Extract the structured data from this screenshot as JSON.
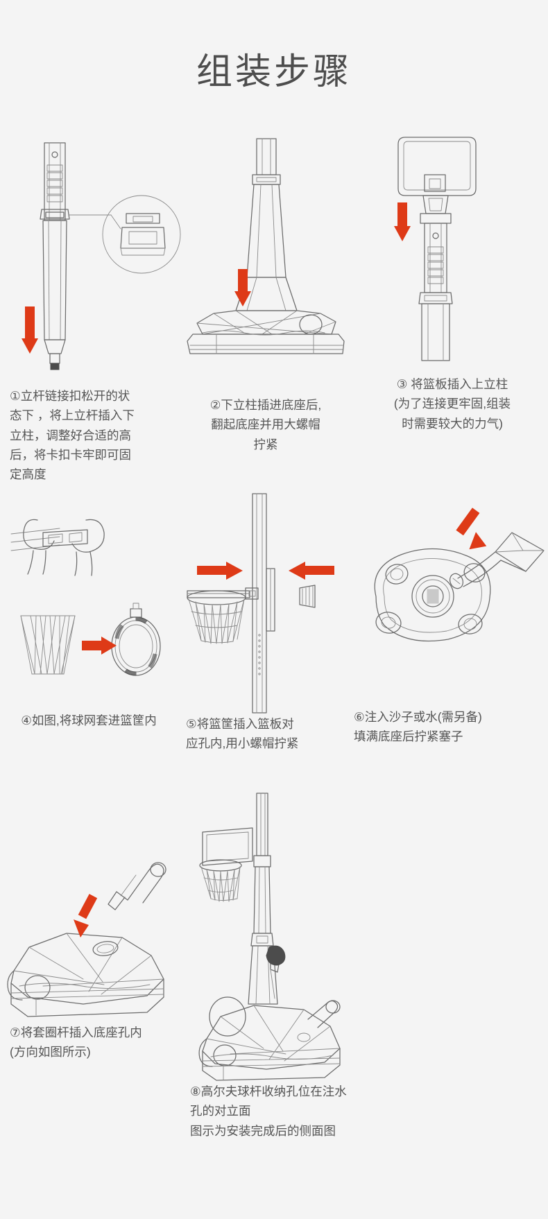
{
  "page": {
    "title": "组装步骤",
    "background_color": "#f4f4f4",
    "text_color": "#555555",
    "arrow_color": "#de3a17",
    "line_color": "#6b6b6b"
  },
  "steps": [
    {
      "number": "①",
      "caption": "①立杆链接扣松开的状\n态下 ，将上立杆插入下\n立柱，调整好合适的高\n后，将卡扣卡牢即可固\n定高度",
      "art_name": "pole-latch-open-diagram",
      "arrow_label": "down-arrow"
    },
    {
      "number": "②",
      "caption": "②下立柱插进底座后,\n翻起底座并用大螺帽\n拧紧",
      "art_name": "lower-pole-into-base-diagram",
      "arrow_label": "down-arrow"
    },
    {
      "number": "③",
      "caption": "③ 将篮板插入上立柱\n(为了连接更牢固,组装\n时需要较大的力气)",
      "art_name": "backboard-into-upper-pole-diagram",
      "arrow_label": "down-arrow"
    },
    {
      "number": "④",
      "caption": "④如图,将球网套进篮筐内",
      "art_name": "net-onto-rim-diagram",
      "arrow_label": "right-arrow"
    },
    {
      "number": "⑤",
      "caption": "⑤将篮筐插入篮板对\n应孔内,用小螺帽拧紧",
      "art_name": "rim-into-backboard-diagram",
      "arrow_label": "right-arrow-and-left-arrow"
    },
    {
      "number": "⑥",
      "caption": "⑥注入沙子或水(需另备)\n填满底座后拧紧塞子",
      "art_name": "fill-base-with-sand-or-water-diagram",
      "arrow_label": "down-right-arrow"
    },
    {
      "number": "⑦",
      "caption": "⑦将套圈杆插入底座孔内\n(方向如图所示)",
      "art_name": "ring-rod-into-base-hole-diagram",
      "arrow_label": "down-left-arrow"
    },
    {
      "number": "⑧",
      "caption": "⑧高尔夫球杆收纳孔位在注水\n孔的对立面\n图示为安装完成后的侧面图",
      "art_name": "finished-assembly-side-view-diagram",
      "arrow_label": "none"
    }
  ]
}
